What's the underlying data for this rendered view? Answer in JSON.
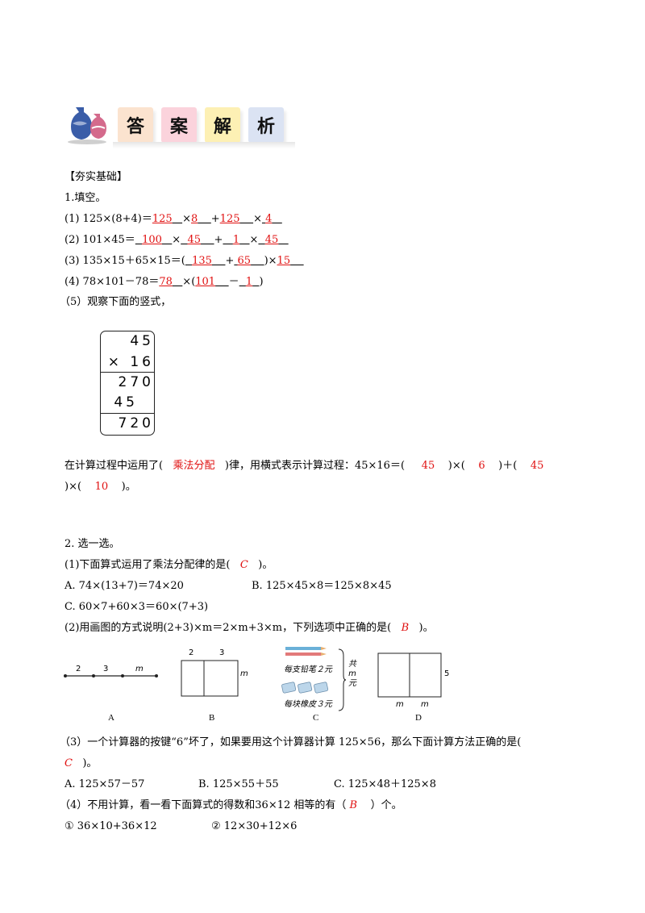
{
  "header": {
    "tiles": [
      "答",
      "案",
      "解",
      "析"
    ]
  },
  "section": "【夯实基础】",
  "q1": {
    "title": "1.填空。",
    "l1": {
      "pre": "(1) 125×(8+4)＝",
      "a": "125",
      "x1": "×",
      "b": "8",
      "p": "+",
      "c": "125",
      "x2": "×",
      "d": "4"
    },
    "l2": {
      "pre": "(2) 101×45＝",
      "a": "100",
      "x1": "×",
      "b": "45",
      "p": "+",
      "c": "1",
      "x2": "×",
      "d": "45"
    },
    "l3": {
      "pre": "(3) 135×15＋65×15＝(",
      "a": "135",
      "p": "+",
      "b": "65",
      "post": ")×",
      "c": "15"
    },
    "l4": {
      "pre": "(4) 78×101－78＝",
      "a": "78",
      "mid": "×(",
      "b": "101",
      "m": "－",
      "c": "1",
      "post": ")"
    },
    "l5": "（5）观察下面的竖式，",
    "vertical": [
      "45",
      "× 16",
      "270",
      "45",
      "720"
    ],
    "s1": "在计算过程中运用了(",
    "s1_ans": "乘法分配",
    "s2": ")律，用横式表示计算过程：45×16＝(",
    "s2_ans": "45",
    "s3": ")×(",
    "s3_ans": "6",
    "s4": ")＋(",
    "s4_ans": "45",
    "s5": ")×(",
    "s5_ans": "10",
    "s6": ")。"
  },
  "q2": {
    "title": "2. 选一选。",
    "p1": {
      "q": "(1)下面算式运用了乘法分配律的是(",
      "ans": "C",
      "end": ")。",
      "A": "A. 74×(13+7)＝74×20",
      "B": "B. 125×45×8＝125×8×45",
      "C": "C. 60×7+60×3＝60×(7+3)"
    },
    "p2": {
      "q": "(2)用画图的方式说明(2+3)×m＝2×m+3×m，下列选项中正确的是(",
      "ans": "B",
      "end": ")。"
    },
    "figA": {
      "n1": "2",
      "n2": "3",
      "n3": "m",
      "cap": "A"
    },
    "figB": {
      "n1": "2",
      "n2": "3",
      "n3": "m",
      "cap": "B"
    },
    "figC": {
      "l1": "每支铅笔２元",
      "l2": "每块橡皮３元",
      "side": "共m元",
      "cap": "C"
    },
    "figD": {
      "n1": "m",
      "n2": "m",
      "n3": "5",
      "cap": "D"
    },
    "p3": {
      "q": "（3）一个计算器的按键“6”坏了，如果要用这个计算器计算 125×56，那么下面计算方法正确的是(",
      "ans": "C",
      "end": ")。",
      "A": "A. 125×57－57",
      "B": "B. 125×55＋55",
      "C": "C. 125×48＋125×8"
    },
    "p4": {
      "q": "（4）不用计算，看一看下面算式的得数和36×12 相等的有（",
      "ans": "B",
      "end": "）个。",
      "o1": "① 36×10+36×12",
      "o2": "② 12×30+12×6"
    }
  },
  "colors": {
    "answer": "#e01010",
    "tile1": "#fbe3cf",
    "tile2": "#fbd3dc",
    "tile3": "#fdf0b4",
    "tile4": "#dbe3f3"
  }
}
